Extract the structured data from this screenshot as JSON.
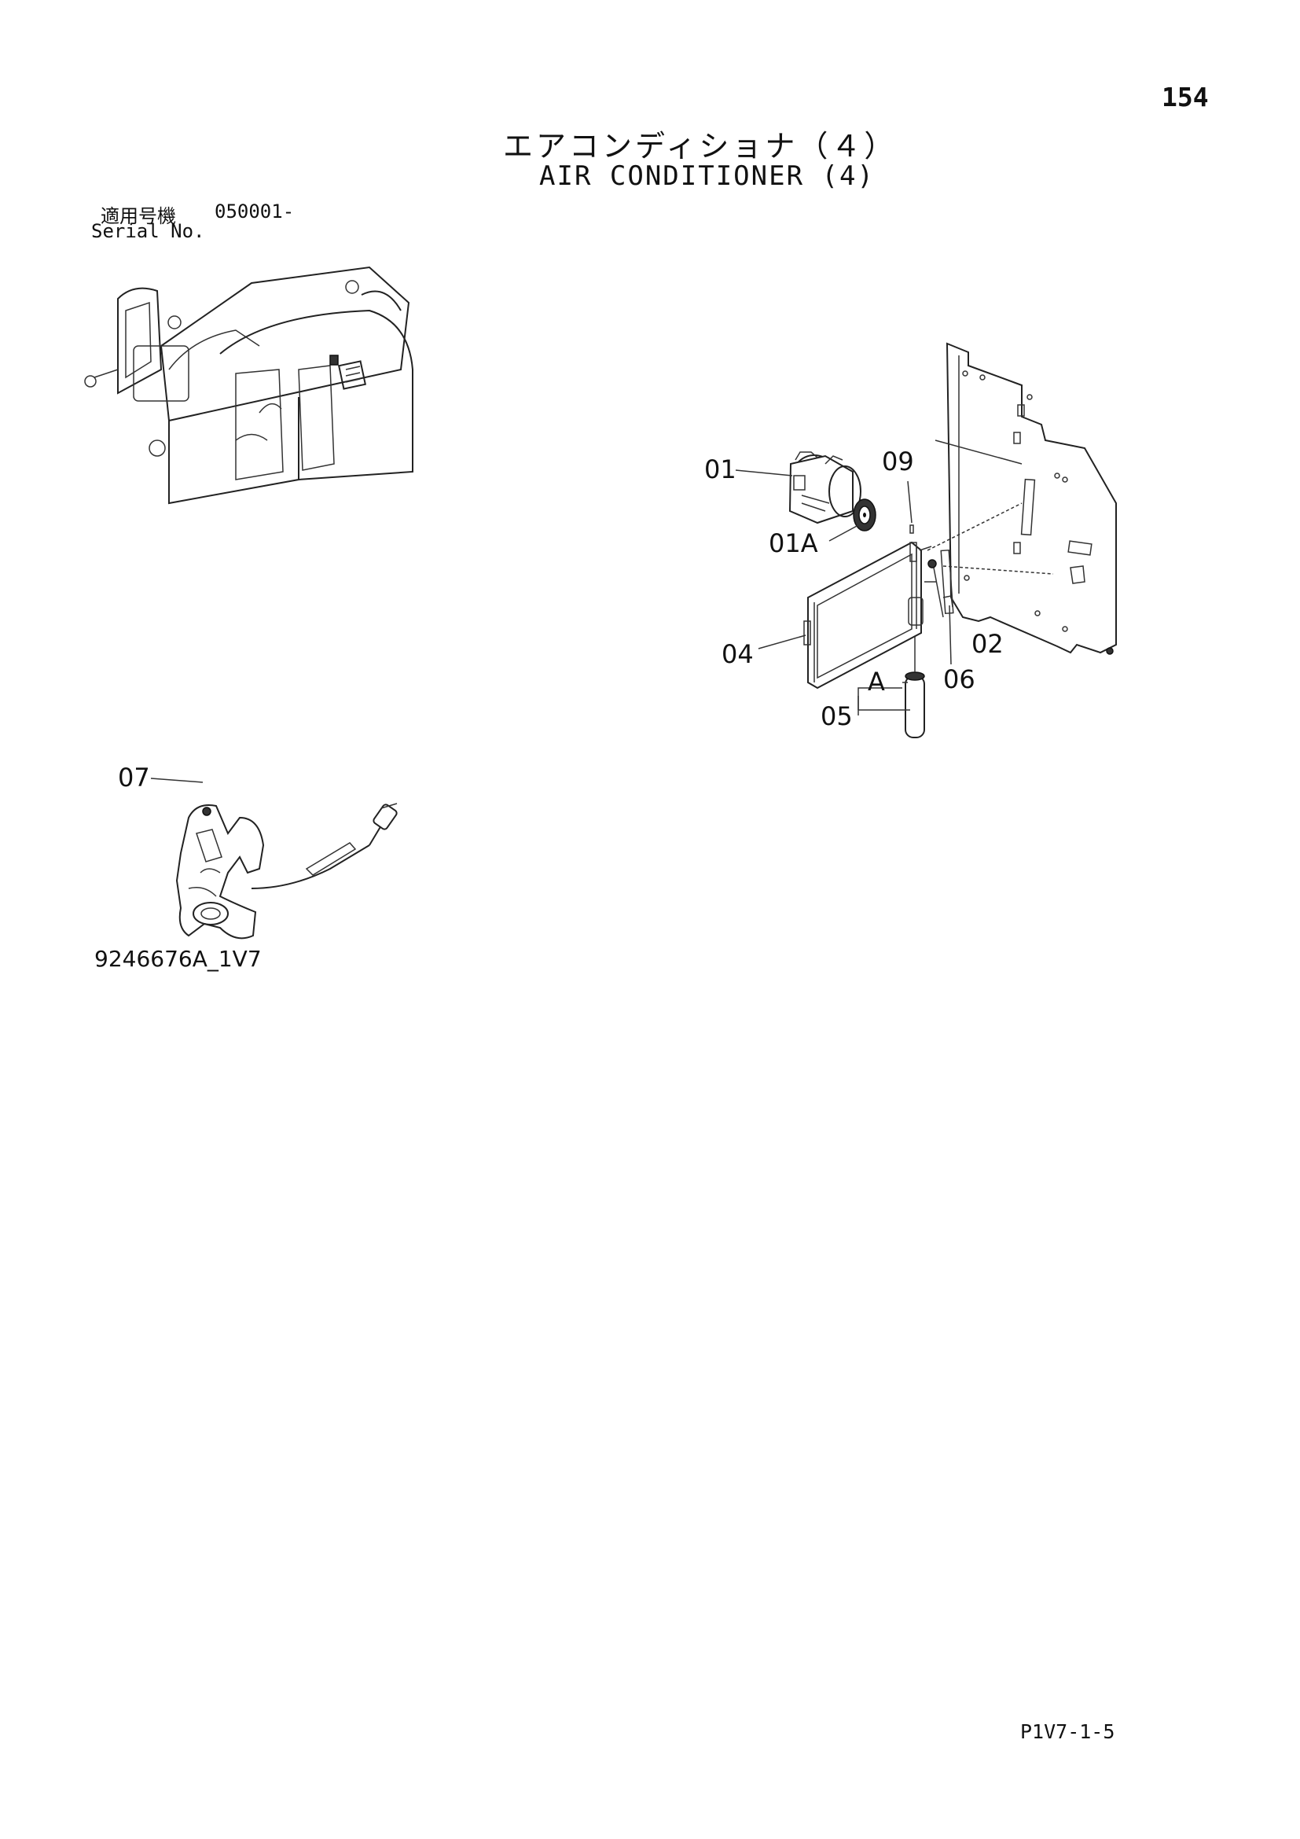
{
  "header": {
    "page_number": "154",
    "title_jp": "エアコンディショナ（４）",
    "title_en": "AIR CONDITIONER (4)"
  },
  "serial": {
    "label_jp": "適用号機",
    "value": "050001-",
    "label_en": "Serial No."
  },
  "callouts": {
    "c01": "01",
    "c01a": "01A",
    "c09": "09",
    "c02": "02",
    "c04": "04",
    "c06": "06",
    "cA": "A",
    "c05": "05",
    "c07": "07"
  },
  "footer": {
    "drawing_id": "9246676A_1V7",
    "page_code": "P1V7-1-5"
  }
}
